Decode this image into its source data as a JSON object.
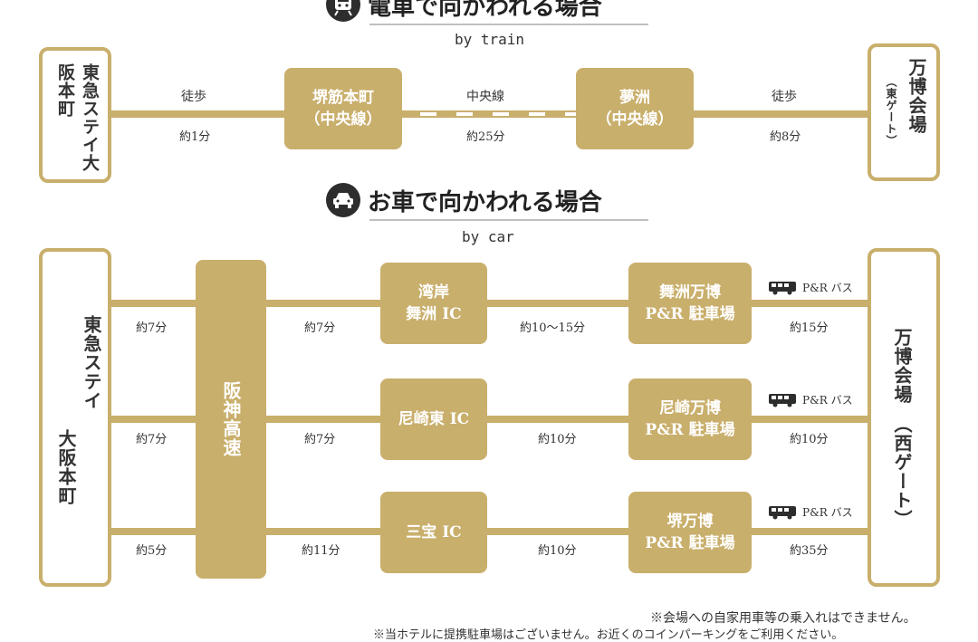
{
  "train": {
    "title": "電車で向かわれる場合",
    "subtitle": "by train",
    "origin": "東急ステイ大阪本町",
    "destination_main": "万博会場",
    "destination_sub": "（東ゲート）",
    "stations": [
      {
        "name": "堺筋本町",
        "line": "（中央線）"
      },
      {
        "name": "夢洲",
        "line": "（中央線）"
      }
    ],
    "segments": [
      {
        "mode": "徒歩",
        "time": "約1分"
      },
      {
        "mode": "中央線",
        "time": "約25分"
      },
      {
        "mode": "徒歩",
        "time": "約8分"
      }
    ]
  },
  "car": {
    "title": "お車で向かわれる場合",
    "subtitle": "by car",
    "origin_line1": "東急ステイ",
    "origin_line2": "大阪本町",
    "highway": "阪神高速",
    "destination_main": "万博会場",
    "destination_sub": "（西ゲート）",
    "bus_label": "P&R バス",
    "routes": [
      {
        "t1": "約7分",
        "t2": "約7分",
        "ic_line1": "湾岸",
        "ic_line2": "舞洲 IC",
        "t3": "約10〜15分",
        "park_line1": "舞洲万博",
        "park_line2": "P&R 駐車場",
        "t4": "約15分"
      },
      {
        "t1": "約7分",
        "t2": "約7分",
        "ic_line1": "尼崎東 IC",
        "ic_line2": "",
        "t3": "約10分",
        "park_line1": "尼崎万博",
        "park_line2": "P&R 駐車場",
        "t4": "約10分"
      },
      {
        "t1": "約5分",
        "t2": "約11分",
        "ic_line1": "三宝 IC",
        "ic_line2": "",
        "t3": "約10分",
        "park_line1": "堺万博",
        "park_line2": "P&R 駐車場",
        "t4": "約35分"
      }
    ]
  },
  "notes": [
    "※会場への自家用車等の乗入れはできません。",
    "※当ホテルに提携駐車場はございません。お近くのコインパーキングをご利用ください。"
  ]
}
